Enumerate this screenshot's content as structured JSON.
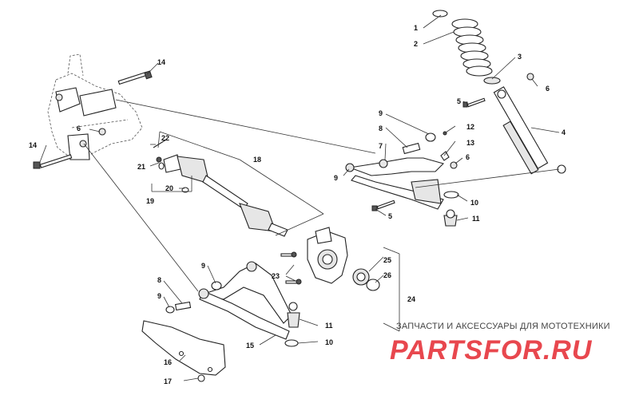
{
  "callouts": {
    "c1": "1",
    "c2": "2",
    "c3": "3",
    "c4": "4",
    "c5a": "5",
    "c5b": "5",
    "c6a": "6",
    "c6b": "6",
    "c6c": "6",
    "c7": "7",
    "c8a": "8",
    "c8b": "8",
    "c9a": "9",
    "c9b": "9",
    "c9c": "9",
    "c9d": "9",
    "c10a": "10",
    "c10b": "10",
    "c11a": "11",
    "c11b": "11",
    "c12": "12",
    "c13": "13",
    "c14a": "14",
    "c14b": "14",
    "c15": "15",
    "c16": "16",
    "c17": "17",
    "c18": "18",
    "c19": "19",
    "c20": "20",
    "c21": "21",
    "c22": "22",
    "c23": "23",
    "c24": "24",
    "c25": "25",
    "c26": "26"
  },
  "watermark": {
    "text": "ЗАПЧАСТИ И АКСЕССУАРЫ ДЛЯ МОТОТЕХНИКИ",
    "logo": "PARTSFOR.RU",
    "logo_color": "#e8474e"
  }
}
